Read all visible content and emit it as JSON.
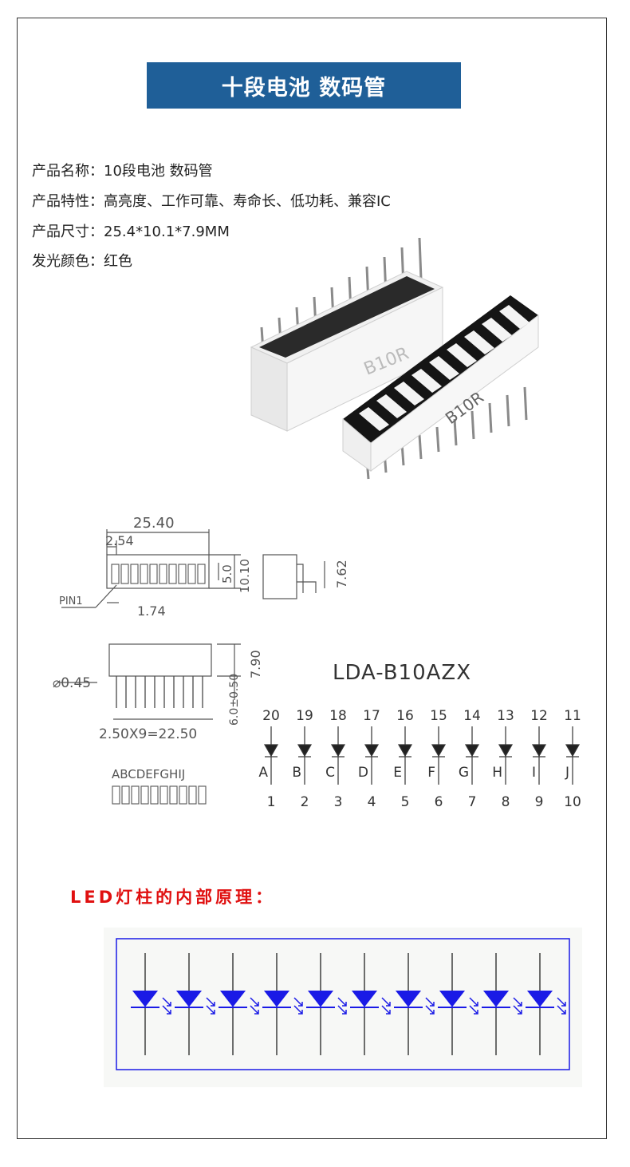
{
  "header": {
    "title": "十段电池 数码管"
  },
  "specs": [
    {
      "key": "产品名称：",
      "value": "10段电池 数码管"
    },
    {
      "key": "产品特性：",
      "value": "高亮度、工作可靠、寿命长、低功耗、兼容IC"
    },
    {
      "key": "产品尺寸：",
      "value": "25.4*10.1*7.9MM"
    },
    {
      "key": "发光颜色：",
      "value": "红色"
    }
  ],
  "product": {
    "marking_front": "B10R",
    "marking_back": "B10R"
  },
  "drawing": {
    "dim_total_width": "25.40",
    "dim_pitch_top": "2.54",
    "dim_segment_height": "5.0",
    "dim_body_height": "10.10",
    "dim_side_width": "7.62",
    "dim_segment_width": "1.74",
    "pin1_label": "PIN1",
    "dim_depth": "7.90",
    "dim_pin_dia": "⌀0.45",
    "dim_pin_length": "6.0±0.50",
    "dim_pin_pitch": "2.50X9=22.50",
    "segment_letters": "ABCDEFGHIJ",
    "model": "LDA-B10AZX",
    "pins_top": [
      "20",
      "19",
      "18",
      "17",
      "16",
      "15",
      "14",
      "13",
      "12",
      "11"
    ],
    "segment_labels": [
      "A",
      "B",
      "C",
      "D",
      "E",
      "F",
      "G",
      "H",
      "I",
      "J"
    ],
    "pins_bottom": [
      "1",
      "2",
      "3",
      "4",
      "5",
      "6",
      "7",
      "8",
      "9",
      "10"
    ]
  },
  "led_section": {
    "heading": "LED灯柱的内部原理："
  },
  "colors": {
    "title_bg": "#1f5f98",
    "heading_red": "#e01010",
    "circuit_blue": "#1a1ae6",
    "segment_red": "#f26d6d"
  }
}
